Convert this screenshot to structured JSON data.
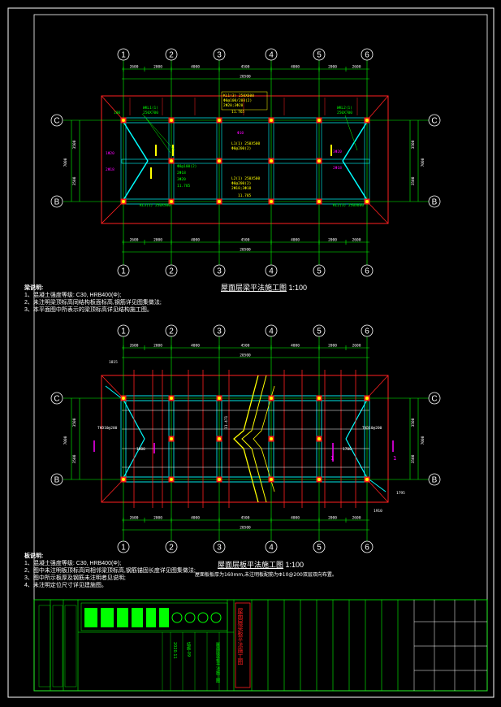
{
  "grid": {
    "cols": [
      "1",
      "2",
      "3",
      "4",
      "5",
      "6"
    ],
    "rows": [
      "C",
      "B"
    ],
    "spans_top": [
      "2600",
      "2000",
      "4000",
      "4500",
      "4000",
      "2000",
      "2600"
    ],
    "total": "20500",
    "side_dims": [
      "3500",
      "3500"
    ],
    "side_total": "7000"
  },
  "plan1": {
    "title": "屋面层梁平法施工图",
    "scale": "1:100",
    "labels": [
      "KL1(3) 250X600",
      "KL2(3) 250X600",
      "KL3(1) 250X500",
      "WKL1(1) 250X700",
      "WKL2(1) 250X700",
      "L1(1) 250X500",
      "L2(1) 250X500",
      "11.765",
      "11.785",
      "100"
    ]
  },
  "notes1": {
    "heading": "梁说明:",
    "items": [
      "1、混凝土强度等级: C30, HRB400(Φ);",
      "2、未注明梁顶标高同结构板面标高,钢筋详见图集做法;",
      "3、本平面图中所表示的梁顶标高详见结构施工图。"
    ]
  },
  "plan2": {
    "title": "屋面层板平法施工图",
    "scale": "1:100",
    "sub": "屋面板板厚为160mm,未注明板配筋为Φ10@200双层双向布置。",
    "labels": [
      "1815",
      "1800",
      "1700",
      "1910",
      "1795",
      "11.471",
      "1"
    ]
  },
  "notes2": {
    "heading": "板说明:",
    "items": [
      "1、混凝土强度等级: C30, HRB400(Φ);",
      "2、图中未注明板顶标高同相邻梁顶标高,钢筋锚固长度详见图集做法;",
      "3、图中所示板厚及钢筋未注明者见说明;",
      "4、未注明定位尺寸详见建施图。"
    ]
  },
  "titleblock": {
    "project": "屋面层梁板平法施工图",
    "drawing_no": "结施-09",
    "date": "2020.11"
  },
  "colors": {
    "grid": "#00ff00",
    "beam": "#00ffff",
    "column": "#ff0000",
    "annot": "#ffff00",
    "text": "#ffffff",
    "label": "#ff00ff"
  }
}
